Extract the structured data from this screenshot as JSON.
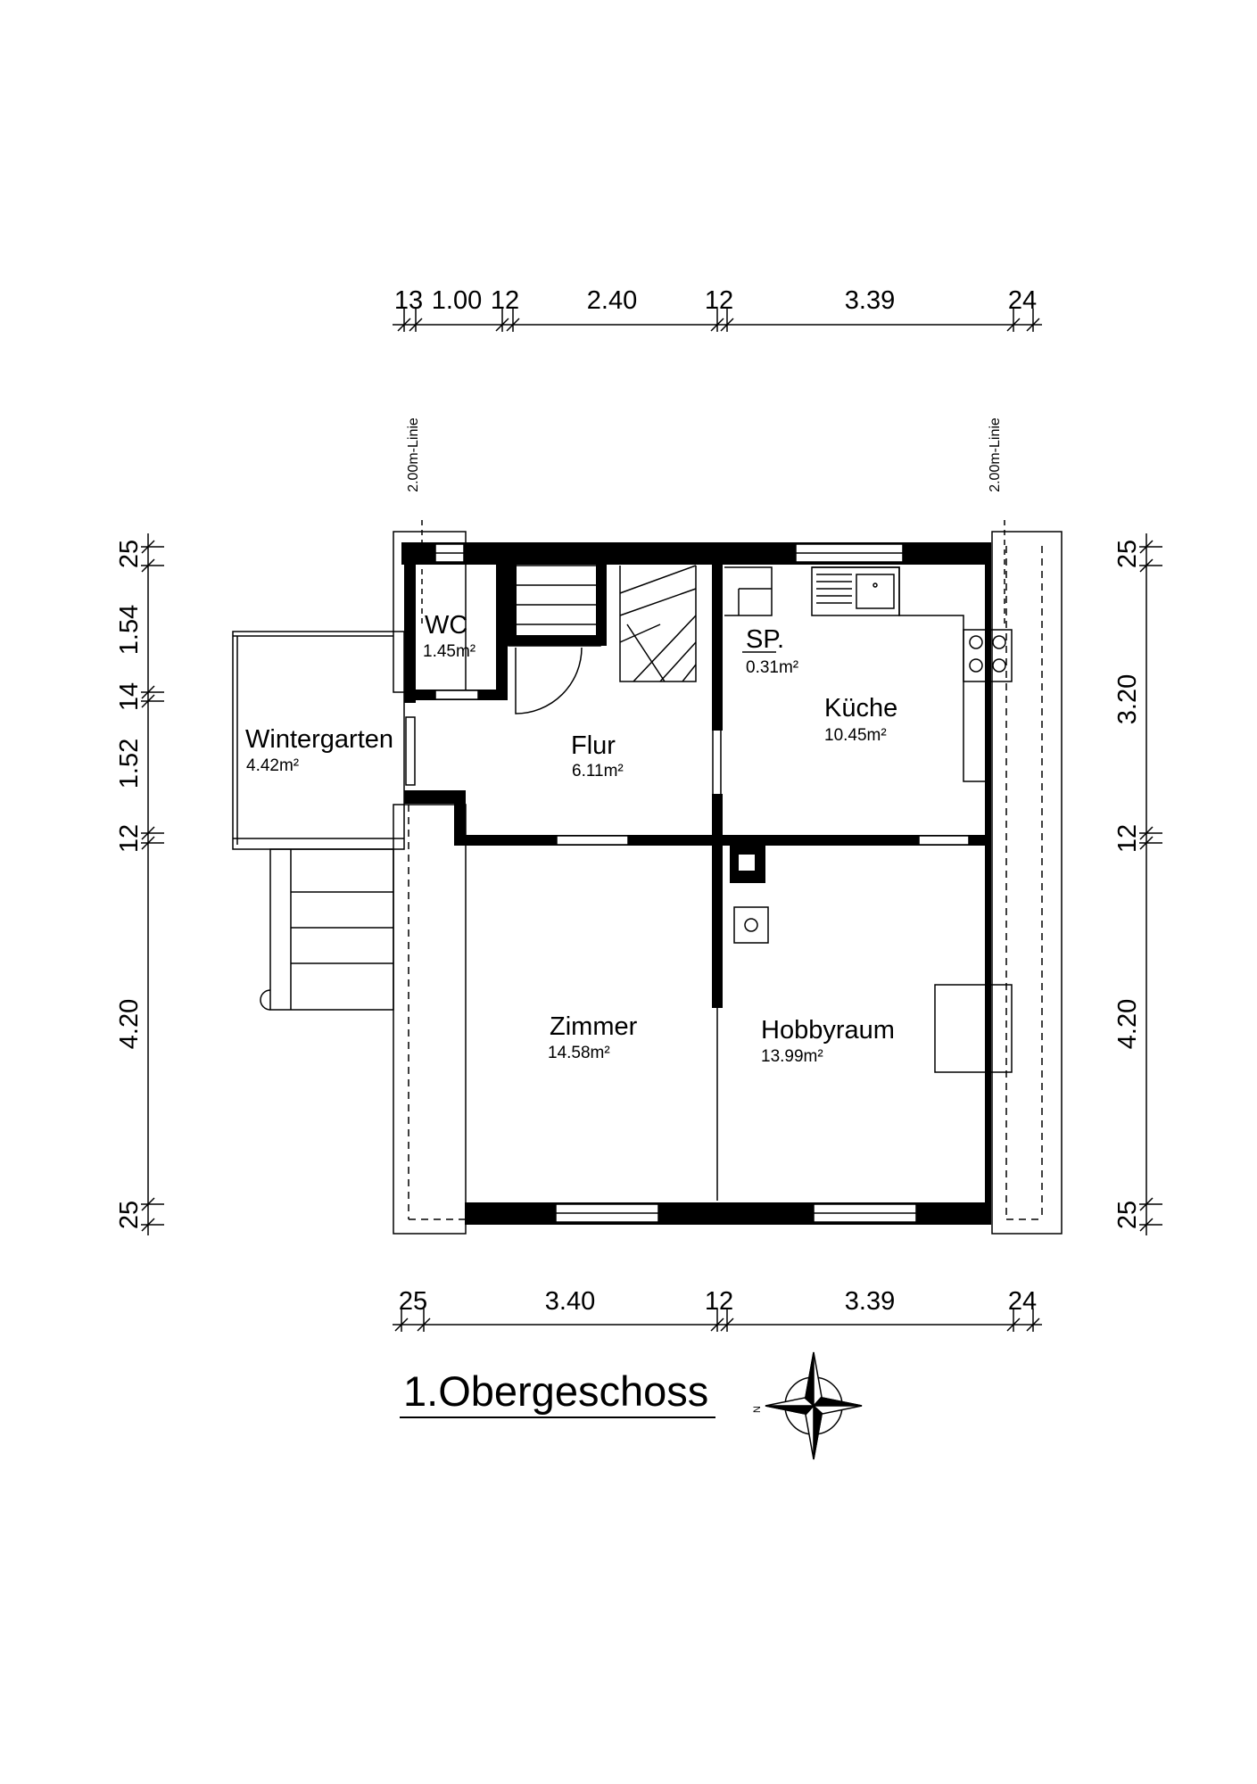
{
  "title": "1.Obergeschoss",
  "rooms": {
    "wc": {
      "name": "WC",
      "area": "1.45m²"
    },
    "wintergarten": {
      "name": "Wintergarten",
      "area": "4.42m²"
    },
    "flur": {
      "name": "Flur",
      "area": "6.11m²"
    },
    "sp": {
      "name": "SP.",
      "area": "0.31m²"
    },
    "kueche": {
      "name": "Küche",
      "area": "10.45m²"
    },
    "zimmer": {
      "name": "Zimmer",
      "area": "14.58m²"
    },
    "hobbyraum": {
      "name": "Hobbyraum",
      "area": "13.99m²"
    }
  },
  "dimensions": {
    "top": [
      "13",
      "1.00",
      "12",
      "2.40",
      "12",
      "3.39",
      "24"
    ],
    "bottom": [
      "25",
      "3.40",
      "12",
      "3.39",
      "24"
    ],
    "left": [
      "25",
      "1.54",
      "14",
      "1.52",
      "12",
      "4.20",
      "25"
    ],
    "right": [
      "25",
      "3.20",
      "12",
      "4.20",
      "25"
    ]
  },
  "height_line_label": "2.00m-Linie",
  "compass": {
    "label": "N"
  }
}
